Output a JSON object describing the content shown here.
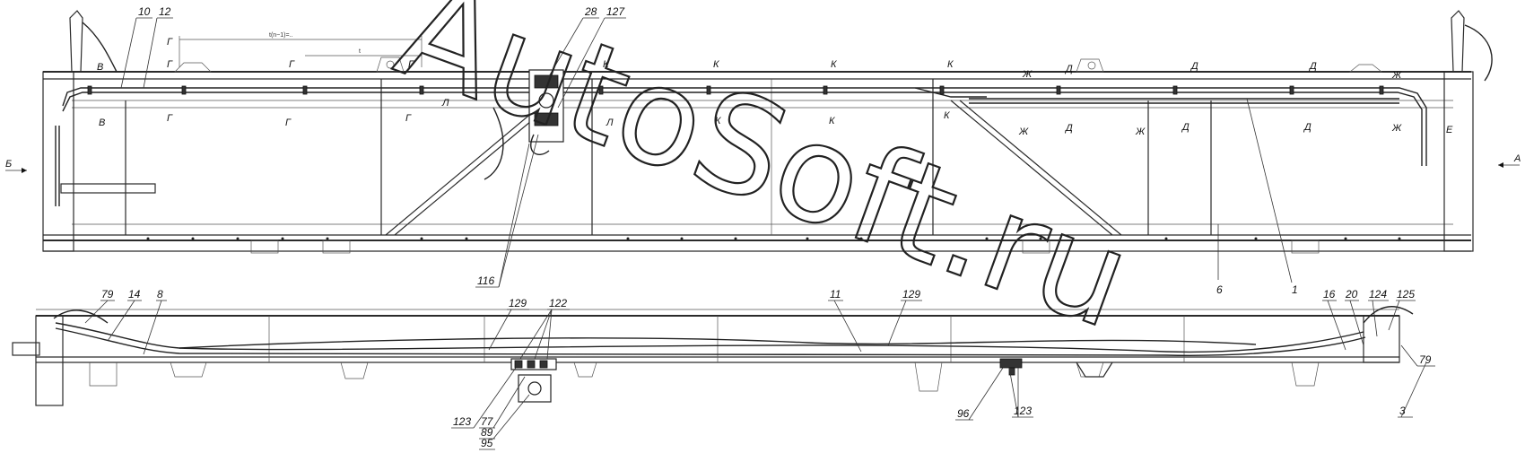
{
  "top_view": {
    "part_labels": [
      "10",
      "12",
      "28",
      "127",
      "116",
      "6",
      "1"
    ],
    "section_marks_top": [
      "Г",
      "Г",
      "Г",
      "К",
      "К",
      "К",
      "К",
      "Ж",
      "Д",
      "Д",
      "Д",
      "Ж"
    ],
    "section_marks_bottom": [
      "В",
      "Г",
      "Г",
      "Г",
      "К",
      "К",
      "К",
      "Ж",
      "Д",
      "Ж",
      "Д",
      "Д",
      "Ж"
    ],
    "left_marks": [
      "В",
      "Г",
      "Л",
      "Л"
    ],
    "view_arrows": {
      "left": "Б",
      "right": "А"
    },
    "right_mark": "Е",
    "dimensions": {
      "overall": "t(n−1)=..",
      "pitch": "t"
    }
  },
  "bottom_view": {
    "part_labels": [
      "79",
      "14",
      "8",
      "129",
      "122",
      "11",
      "129",
      "16",
      "20",
      "124",
      "125",
      "79",
      "3",
      "123",
      "77",
      "89",
      "95",
      "96",
      "123"
    ]
  },
  "watermark": "AutoSoft.ru"
}
